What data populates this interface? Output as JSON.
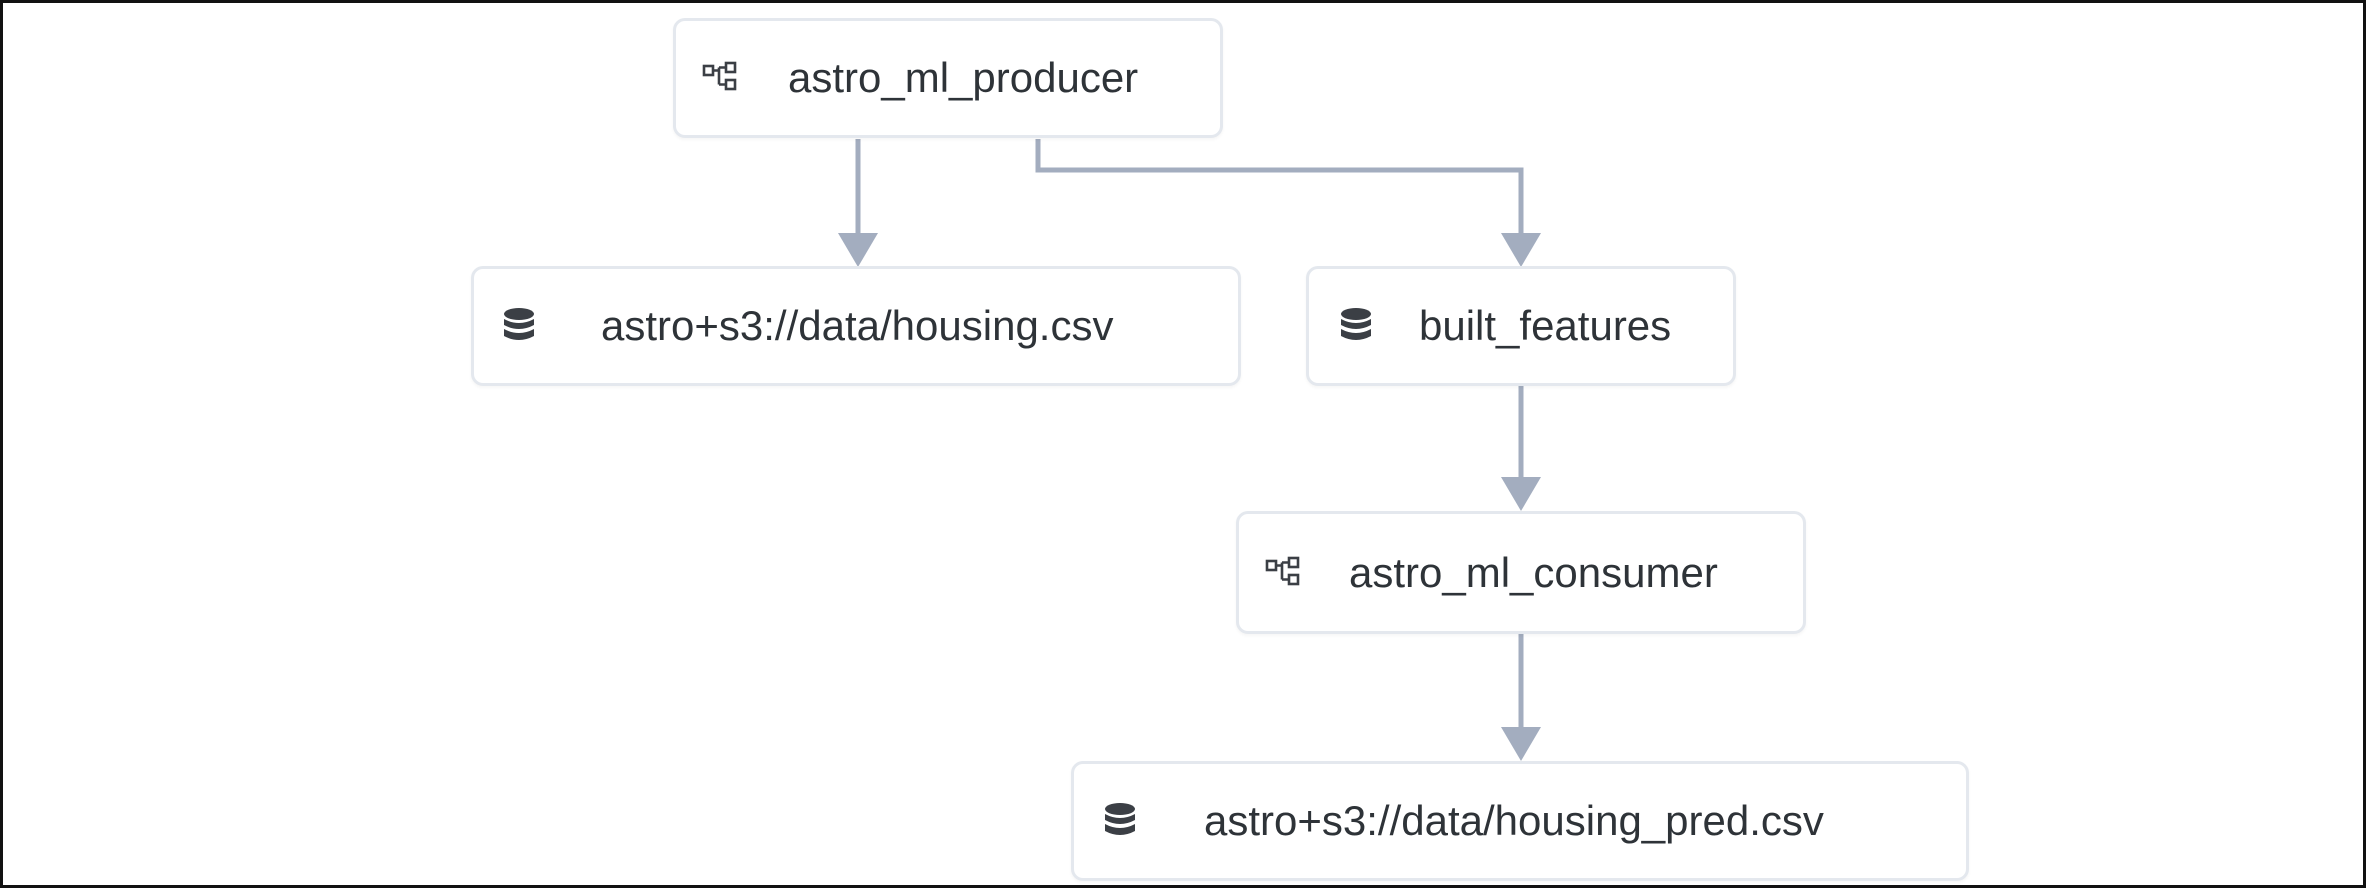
{
  "diagram": {
    "nodes": {
      "producer": {
        "label": "astro_ml_producer",
        "icon": "dag-icon"
      },
      "housing_csv": {
        "label": "astro+s3://data/housing.csv",
        "icon": "database-icon"
      },
      "built_features": {
        "label": "built_features",
        "icon": "database-icon"
      },
      "consumer": {
        "label": "astro_ml_consumer",
        "icon": "dag-icon"
      },
      "housing_pred_csv": {
        "label": "astro+s3://data/housing_pred.csv",
        "icon": "database-icon"
      }
    },
    "edges": [
      {
        "from": "producer",
        "to": "housing_csv"
      },
      {
        "from": "producer",
        "to": "built_features"
      },
      {
        "from": "built_features",
        "to": "consumer"
      },
      {
        "from": "consumer",
        "to": "housing_pred_csv"
      }
    ],
    "colors": {
      "edge": "#a3adbf",
      "node_border": "#e4e8ee",
      "text": "#2e3338",
      "icon": "#3b3f45"
    }
  }
}
